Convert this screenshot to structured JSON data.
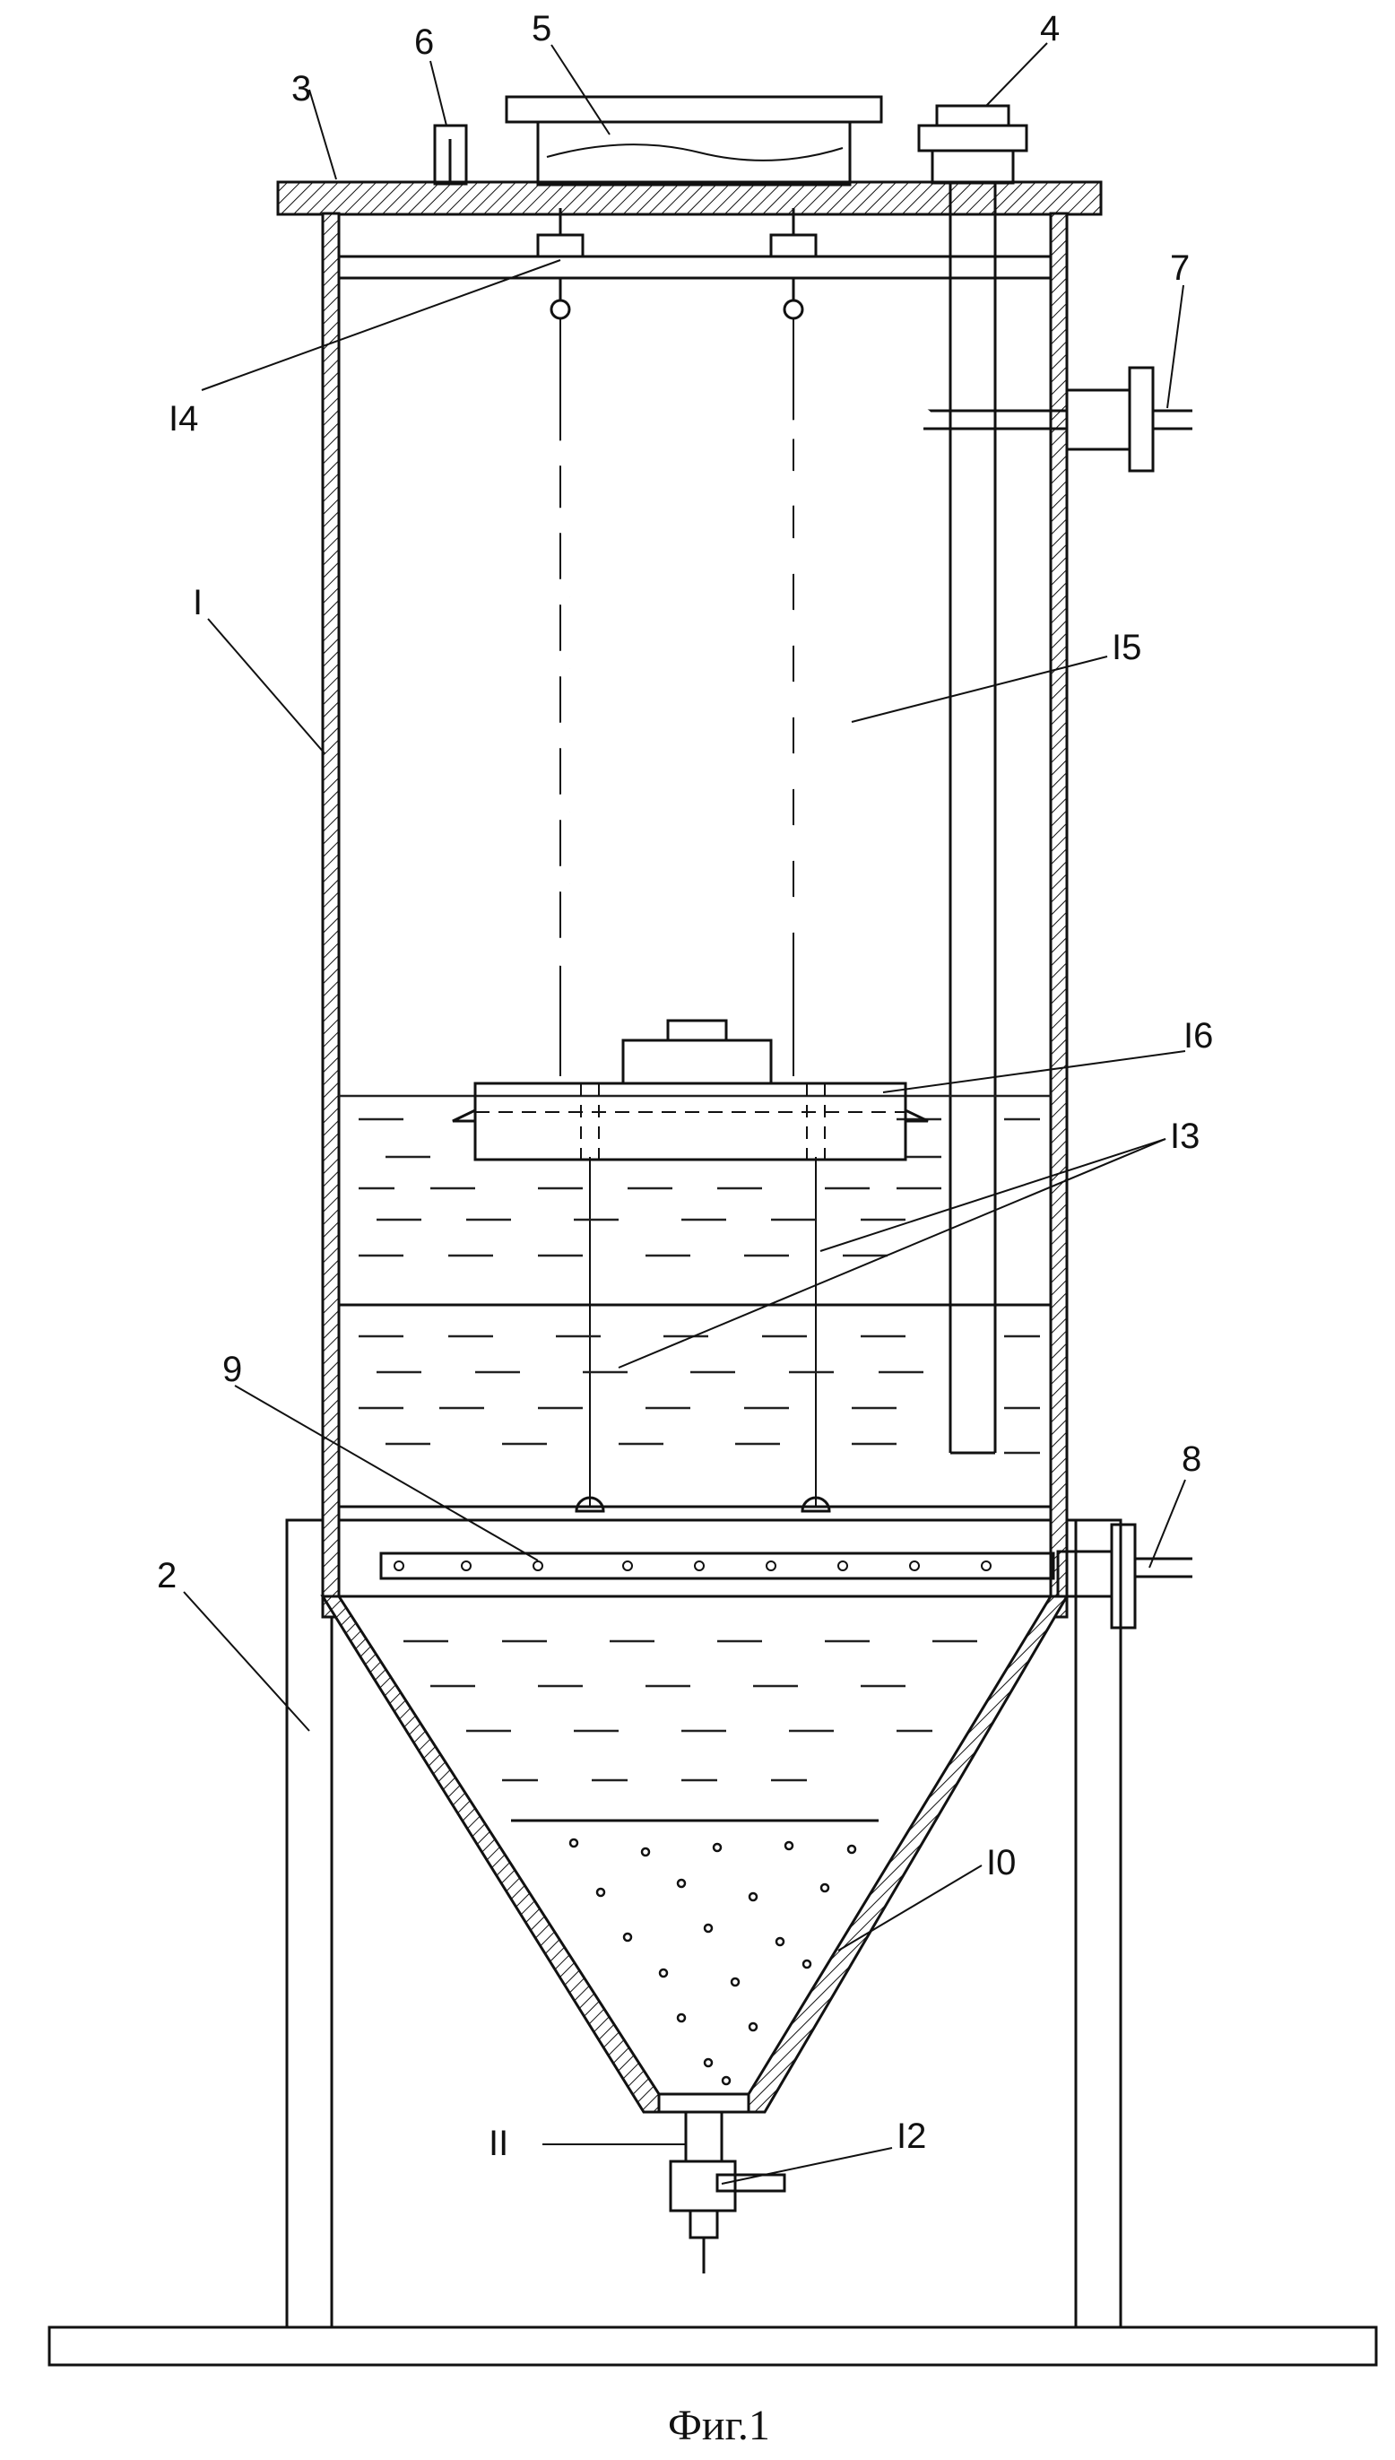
{
  "figure": {
    "caption": "Фиг.1",
    "labels": {
      "l1": "I",
      "l2": "2",
      "l3": "3",
      "l4": "4",
      "l5": "5",
      "l6": "6",
      "l7": "7",
      "l8": "8",
      "l9": "9",
      "l10": "I0",
      "l11": "II",
      "l12": "I2",
      "l13": "I3",
      "l14": "I4",
      "l15": "I5",
      "l16": "I6"
    }
  }
}
